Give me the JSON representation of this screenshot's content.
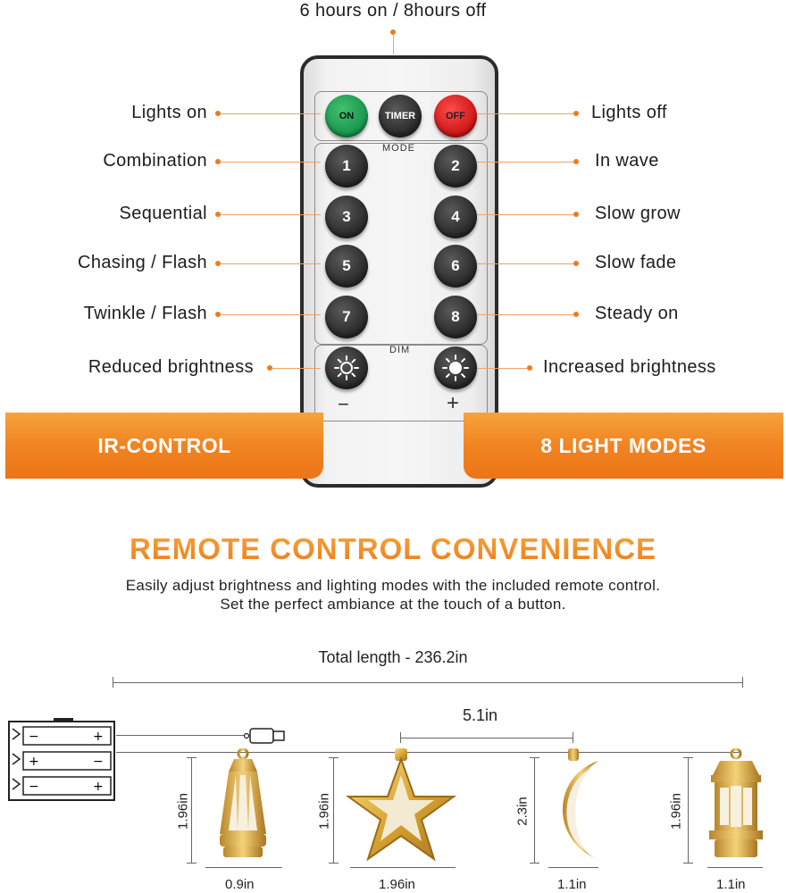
{
  "top_caption": "6 hours on / 8hours off",
  "remote": {
    "on_label": "ON",
    "timer_label": "TIMER",
    "off_label": "OFF",
    "mode_label": "MODE",
    "dim_label": "DIM",
    "mode_buttons": [
      "1",
      "2",
      "3",
      "4",
      "5",
      "6",
      "7",
      "8"
    ],
    "minus_label": "−",
    "plus_label": "+",
    "dim_down_icon": "sun-outline-icon",
    "dim_up_icon": "sun-filled-icon"
  },
  "captions_left": {
    "lights_on": "Lights on",
    "combination": "Combination",
    "sequential": "Sequential",
    "chasing": "Chasing / Flash",
    "twinkle": "Twinkle / Flash",
    "reduced": "Reduced brightness"
  },
  "captions_right": {
    "lights_off": "Lights off",
    "in_wave": "In wave",
    "slow_grow": "Slow grow",
    "slow_fade": "Slow fade",
    "steady_on": "Steady on",
    "increased": "Increased brightness"
  },
  "banners": {
    "left": "IR-CONTROL",
    "right": "8 LIGHT MODES"
  },
  "headline": "REMOTE CONTROL CONVENIENCE",
  "subline_1": "Easily adjust brightness and lighting modes with the included remote control.",
  "subline_2": "Set the perfect ambiance at the touch of a button.",
  "dimensions": {
    "total_length": "Total length - 236.2in",
    "spacing": "5.1in",
    "lantern_height": "1.96in",
    "lantern_width": "0.9in",
    "star_height": "1.96in",
    "star_width": "1.96in",
    "moon_height": "2.3in",
    "moon_width": "1.1in",
    "lamp_height": "1.96in",
    "lamp_width": "1.1in"
  },
  "colors": {
    "accent_orange": "#ef7a1a",
    "on_green": "#14904a",
    "off_red": "#c81010",
    "gold": "#d9a632"
  }
}
